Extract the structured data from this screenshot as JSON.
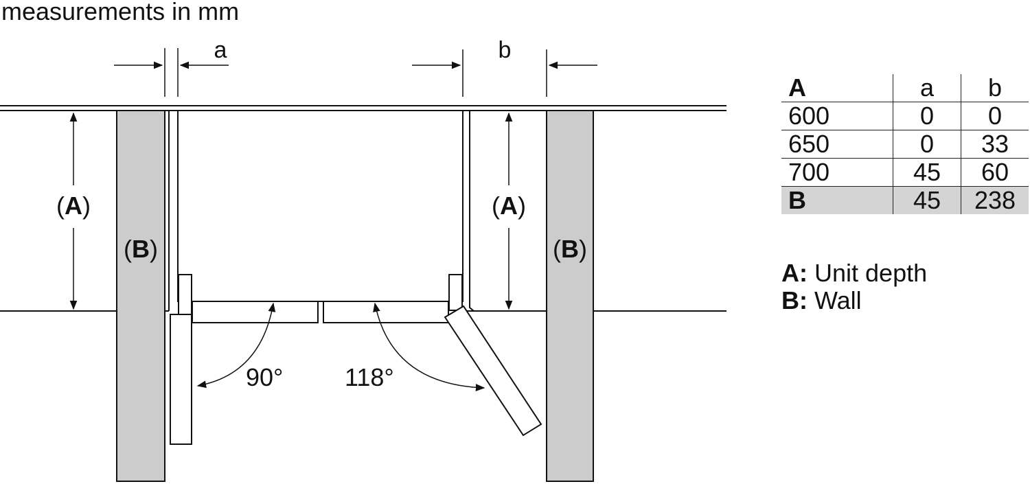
{
  "caption": "measurements in mm",
  "diagram": {
    "gap_label_a": "a",
    "gap_label_b": "b",
    "depth_label_left": {
      "open": "(",
      "key": "A",
      "close": ")"
    },
    "depth_label_right": {
      "open": "(",
      "key": "A",
      "close": ")"
    },
    "wall_label_left": {
      "open": "(",
      "key": "B",
      "close": ")"
    },
    "wall_label_right": {
      "open": "(",
      "key": "B",
      "close": ")"
    },
    "angle_left": "90°",
    "angle_right": "118°"
  },
  "table": {
    "header": {
      "key": "A",
      "col_a": "a",
      "col_b": "b"
    },
    "rows": [
      {
        "key": "600",
        "a": "0",
        "b": "0"
      },
      {
        "key": "650",
        "a": "0",
        "b": "33"
      },
      {
        "key": "700",
        "a": "45",
        "b": "60"
      }
    ],
    "wall_row": {
      "key": "B",
      "a": "45",
      "b": "238"
    }
  },
  "legend": {
    "a_key": "A:",
    "a_text": " Unit depth",
    "b_key": "B:",
    "b_text": " Wall"
  },
  "colors": {
    "wall_fill": "#cccccc",
    "table_highlight": "#d4d4d4",
    "line": "#111111"
  }
}
